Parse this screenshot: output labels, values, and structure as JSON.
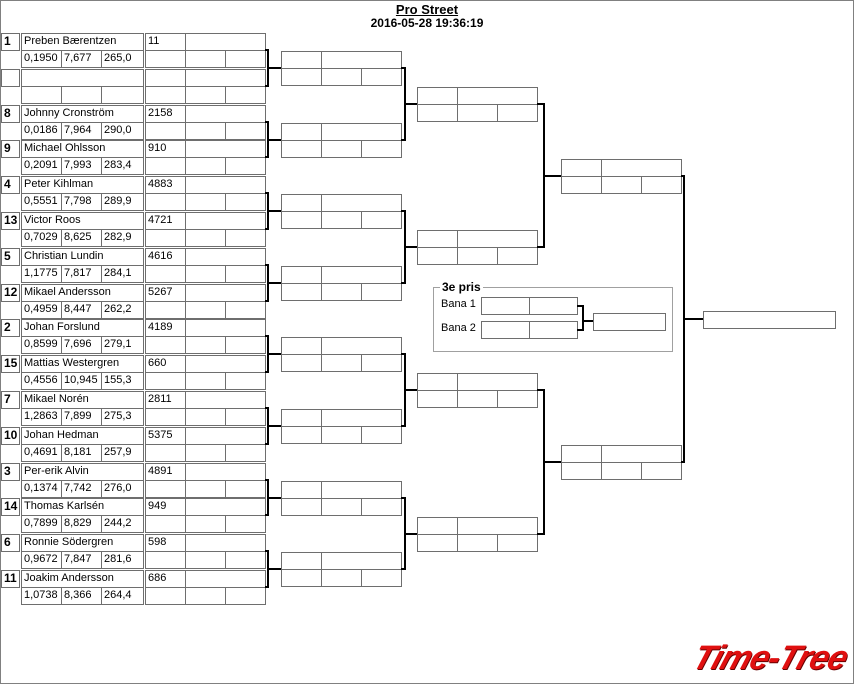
{
  "header": {
    "title": "Pro Street",
    "datetime": "2016-05-28 19:36:19"
  },
  "entries": [
    {
      "seed": "1",
      "name": "Preben Bærentzen",
      "number": "11",
      "reaction": "0,1950",
      "et": "7,677",
      "speed": "265,0"
    },
    {
      "seed": "",
      "name": "",
      "number": "",
      "reaction": "",
      "et": "",
      "speed": ""
    },
    {
      "seed": "8",
      "name": "Johnny Cronström",
      "number": "2158",
      "reaction": "0,0186",
      "et": "7,964",
      "speed": "290,0"
    },
    {
      "seed": "9",
      "name": "Michael Ohlsson",
      "number": "910",
      "reaction": "0,2091",
      "et": "7,993",
      "speed": "283,4"
    },
    {
      "seed": "4",
      "name": "Peter Kihlman",
      "number": "4883",
      "reaction": "0,5551",
      "et": "7,798",
      "speed": "289,9"
    },
    {
      "seed": "13",
      "name": "Victor Roos",
      "number": "4721",
      "reaction": "0,7029",
      "et": "8,625",
      "speed": "282,9"
    },
    {
      "seed": "5",
      "name": "Christian Lundin",
      "number": "4616",
      "reaction": "1,1775",
      "et": "7,817",
      "speed": "284,1"
    },
    {
      "seed": "12",
      "name": "Mikael Andersson",
      "number": "5267",
      "reaction": "0,4959",
      "et": "8,447",
      "speed": "262,2"
    },
    {
      "seed": "2",
      "name": "Johan Forslund",
      "number": "4189",
      "reaction": "0,8599",
      "et": "7,696",
      "speed": "279,1"
    },
    {
      "seed": "15",
      "name": "Mattias  Westergren",
      "number": "660",
      "reaction": "0,4556",
      "et": "10,945",
      "speed": "155,3"
    },
    {
      "seed": "7",
      "name": "Mikael Norén",
      "number": "2811",
      "reaction": "1,2863",
      "et": "7,899",
      "speed": "275,3"
    },
    {
      "seed": "10",
      "name": "Johan Hedman",
      "number": "5375",
      "reaction": "0,4691",
      "et": "8,181",
      "speed": "257,9"
    },
    {
      "seed": "3",
      "name": "Per-erik Alvin",
      "number": "4891",
      "reaction": "0,1374",
      "et": "7,742",
      "speed": "276,0"
    },
    {
      "seed": "14",
      "name": "Thomas Karlsén",
      "number": "949",
      "reaction": "0,7899",
      "et": "8,829",
      "speed": "244,2"
    },
    {
      "seed": "6",
      "name": "Ronnie Södergren",
      "number": "598",
      "reaction": "0,9672",
      "et": "7,847",
      "speed": "281,6"
    },
    {
      "seed": "11",
      "name": "Joakim Andersson",
      "number": "686",
      "reaction": "1,0738",
      "et": "8,366",
      "speed": "264,4"
    }
  ],
  "third_place": {
    "title": "3e pris",
    "lane1": "Bana 1",
    "lane2": "Bana 2"
  },
  "logo": "Time-Tree"
}
